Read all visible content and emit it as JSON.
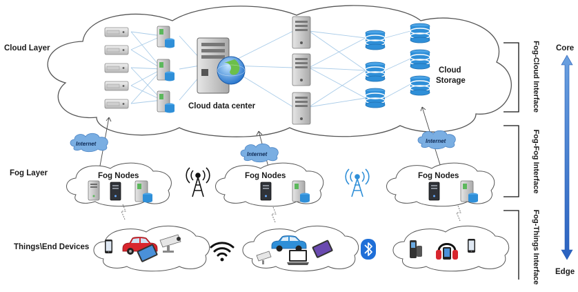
{
  "layers": {
    "cloud": "Cloud  Layer",
    "fog": "Fog Layer",
    "things": "Things\\End Devices"
  },
  "cloud": {
    "datacenter_label": "Cloud data center",
    "storage_label_1": "Cloud",
    "storage_label_2": "Storage"
  },
  "internet_label": "Internet",
  "fog_nodes_label": "Fog Nodes",
  "interfaces": {
    "fog_cloud": "Fog-Cloud Interface",
    "fog_fog": "Fog-Fog Interface",
    "fog_things": "Fog-Things Interface"
  },
  "axis": {
    "top": "Core",
    "bottom": "Edge"
  },
  "colors": {
    "arrow_gradient_top": "#5b8fd6",
    "arrow_gradient_bottom": "#2a62c0",
    "internet_cloud": "#6a9fd8",
    "storage_disk": "#2f8fd8",
    "car_red": "#d8262e",
    "car_blue": "#2f8fd8",
    "link_line": "#9fc6e6"
  },
  "icons": [
    "server-rack-icon",
    "tower-server-icon",
    "database-icon",
    "globe-icon",
    "radio-tower-icon",
    "wifi-icon",
    "bluetooth-icon",
    "smartphone-icon",
    "car-icon",
    "cctv-camera-icon",
    "tablet-icon",
    "laptop-icon",
    "headphones-icon",
    "barcode-scanner-icon"
  ]
}
